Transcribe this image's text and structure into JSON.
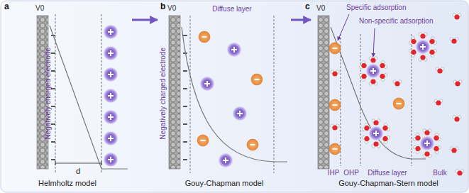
{
  "diagram": {
    "nodes": [
      {
        "text": [
          "Helmholtz model"
        ]
      },
      {
        "text": [
          "Gouy-Chapman model"
        ]
      },
      {
        "text": [
          "Gouy-Chapman-Stern model"
        ]
      }
    ],
    "edges": [
      {
        "from": 0,
        "to": 1,
        "arrow": "to"
      },
      {
        "from": 1,
        "to": 2,
        "arrow": "to"
      }
    ],
    "labels": [
      "a",
      "V0",
      "Negatively charged electrode",
      "d",
      "b",
      "V0",
      "Diffuse layer",
      "Negatively charged electrode",
      "c",
      "V0",
      "Specific adsorption",
      "Non-specific adsorption",
      "IHP",
      "OHP",
      "Diffuse layer",
      "Bulk"
    ]
  }
}
